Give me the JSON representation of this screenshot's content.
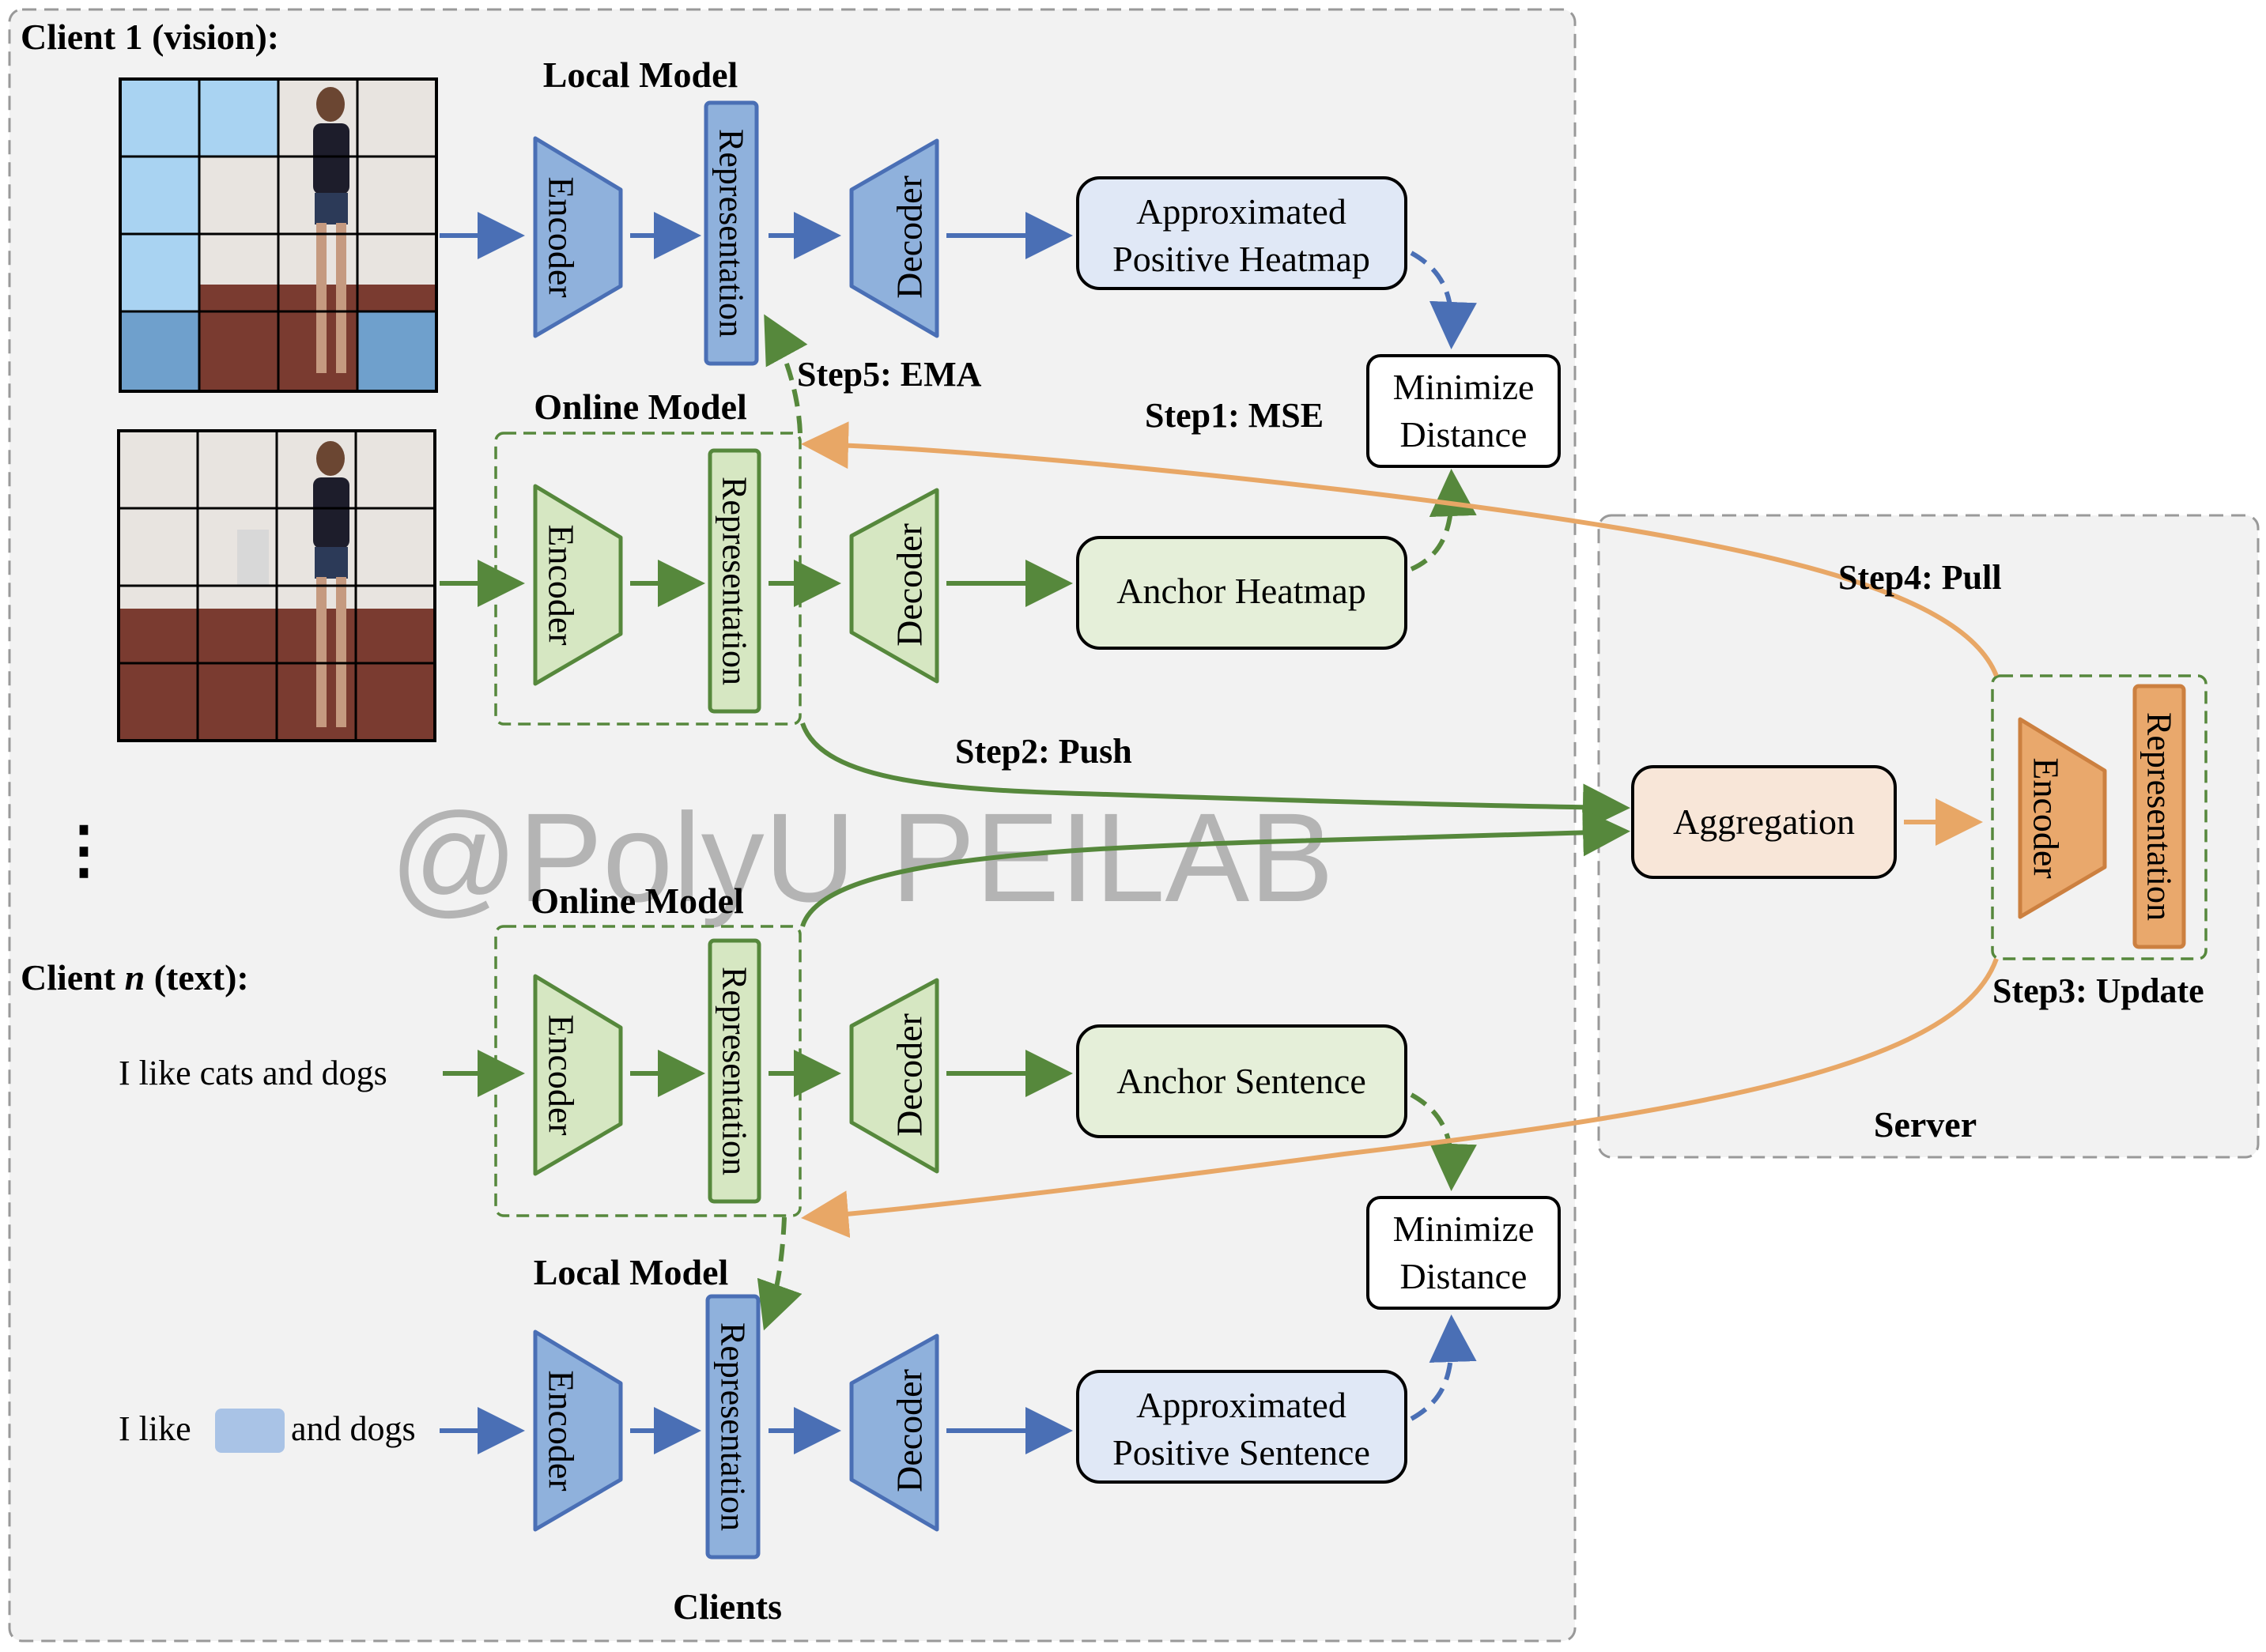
{
  "colors": {
    "blue_fill": "#8fb1dc",
    "blue_stroke": "#4a6fb5",
    "blue_box": "#e0e8f6",
    "green_fill": "#d6e7c2",
    "green_stroke": "#56883c",
    "green_box": "#e5efd9",
    "orange_fill": "#e9a86c",
    "orange_stroke": "#cc8040",
    "orange_box": "#f8e6d8",
    "panel_bg": "#f2f2f2",
    "dash_border": "#999999",
    "watermark": "#b4b4b4",
    "sky": "#a9d3f2",
    "sky_dark": "#6fa0cc",
    "floor": "#7a3b30",
    "wall": "#e8e4e0"
  },
  "clients": {
    "client1_heading_pre": "Client 1 (vision):",
    "clientn_heading_pre": "Client ",
    "clientn_heading_italic": "n",
    "clientn_heading_post": " (text):",
    "ellipsis": "⋮",
    "footer": "Clients"
  },
  "server": {
    "label": "Server"
  },
  "models": {
    "local_model": "Local Model",
    "online_model": "Online Model"
  },
  "blocks": {
    "encoder": "Encoder",
    "decoder": "Decoder",
    "representation": "Representation"
  },
  "boxes": {
    "approx_heatmap_line1": "Approximated",
    "approx_heatmap_line2": "Positive Heatmap",
    "anchor_heatmap": "Anchor Heatmap",
    "minimize_line1": "Minimize",
    "minimize_line2": "Distance",
    "anchor_sentence": "Anchor Sentence",
    "approx_sentence_line1": "Approximated",
    "approx_sentence_line2": "Positive Sentence",
    "aggregation": "Aggregation"
  },
  "text_inputs": {
    "full_sentence": "I like cats and dogs",
    "masked_prefix": "I like",
    "masked_suffix": "and dogs"
  },
  "steps": {
    "step1": "Step1: MSE",
    "step2": "Step2: Push",
    "step3": "Step3: Update",
    "step4": "Step4: Pull",
    "step5": "Step5: EMA"
  },
  "watermark": "@PolyU PEILAB"
}
